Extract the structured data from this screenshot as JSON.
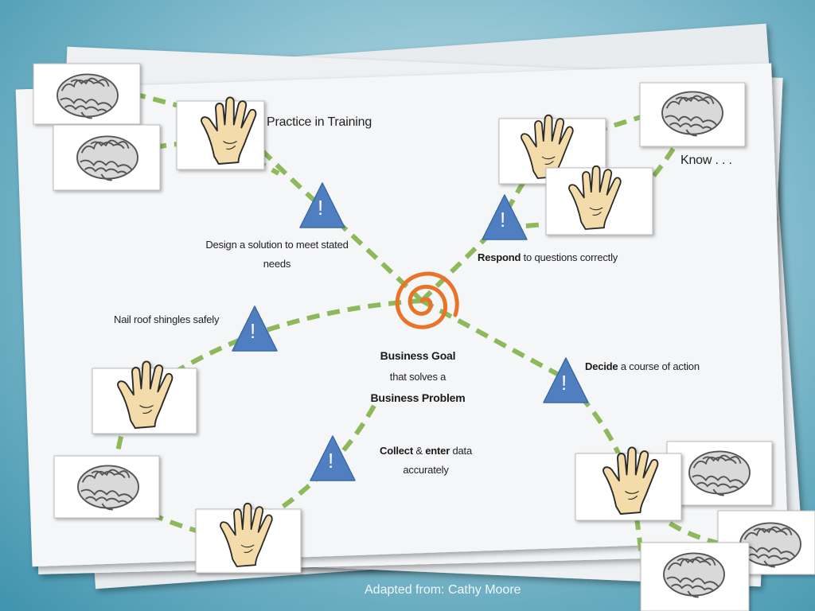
{
  "diagram": {
    "practice_label": "Practice in Training",
    "know_label": "Know . . .",
    "center": {
      "line1": "Business Goal",
      "line2": "that solves a",
      "line3": "Business Problem"
    },
    "branches": [
      {
        "text": "Design a solution to meet stated",
        "text2": "needs"
      },
      {
        "bold": "Respond",
        "text": " to questions correctly"
      },
      {
        "text": "Nail roof shingles safely"
      },
      {
        "bold": "Decide",
        "text": " a course of action"
      },
      {
        "bold": "Collect",
        "mid": " & ",
        "bold2": "enter",
        "text": " data",
        "text2": "accurately"
      }
    ],
    "warning_symbol": "!",
    "colors": {
      "dash_line": "#8db95a",
      "warning_fill": "#4f7fc0",
      "spiral": "#e8742a",
      "paper": "#f4f6f8"
    }
  },
  "footer": {
    "credit": "Adapted from: Cathy Moore"
  }
}
